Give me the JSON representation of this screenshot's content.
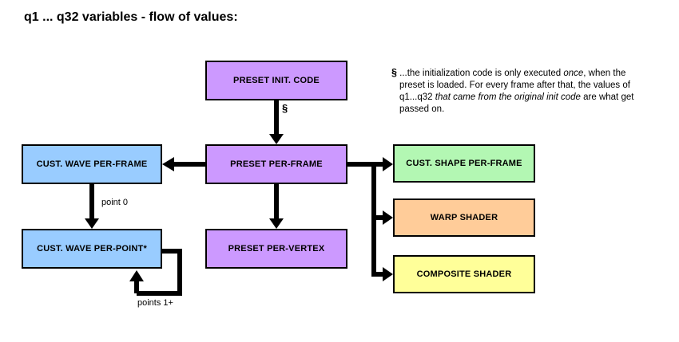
{
  "title": "q1 ... q32 variables - flow of values:",
  "colors": {
    "purple": "#cc99ff",
    "blue": "#99ccff",
    "green": "#b3f7b3",
    "orange": "#ffcc99",
    "yellow": "#ffff99",
    "arrow": "#000000"
  },
  "boxes": {
    "preset_init": {
      "label": "PRESET INIT. CODE",
      "color": "#cc99ff"
    },
    "preset_per_frame": {
      "label": "PRESET PER-FRAME",
      "color": "#cc99ff"
    },
    "preset_per_vertex": {
      "label": "PRESET PER-VERTEX",
      "color": "#cc99ff"
    },
    "cust_wave_per_frame": {
      "label": "CUST. WAVE PER-FRAME",
      "color": "#99ccff"
    },
    "cust_wave_per_point": {
      "label": "CUST. WAVE PER-POINT*",
      "color": "#99ccff"
    },
    "cust_shape_per_frame": {
      "label": "CUST. SHAPE PER-FRAME",
      "color": "#b3f7b3"
    },
    "warp_shader": {
      "label": "WARP SHADER",
      "color": "#ffcc99"
    },
    "composite_shader": {
      "label": "COMPOSITE SHADER",
      "color": "#ffff99"
    }
  },
  "arrow_labels": {
    "section_symbol": "§",
    "point0": "point 0",
    "points1plus": "points 1+"
  },
  "note": {
    "symbol": "§",
    "part1": " ...the initialization code is only executed ",
    "italic1": "once",
    "part2": ", when the preset is loaded.  For every frame after that, the values of q1...q32 ",
    "italic2": "that came from the original init code",
    "part3": " are what get passed on."
  }
}
